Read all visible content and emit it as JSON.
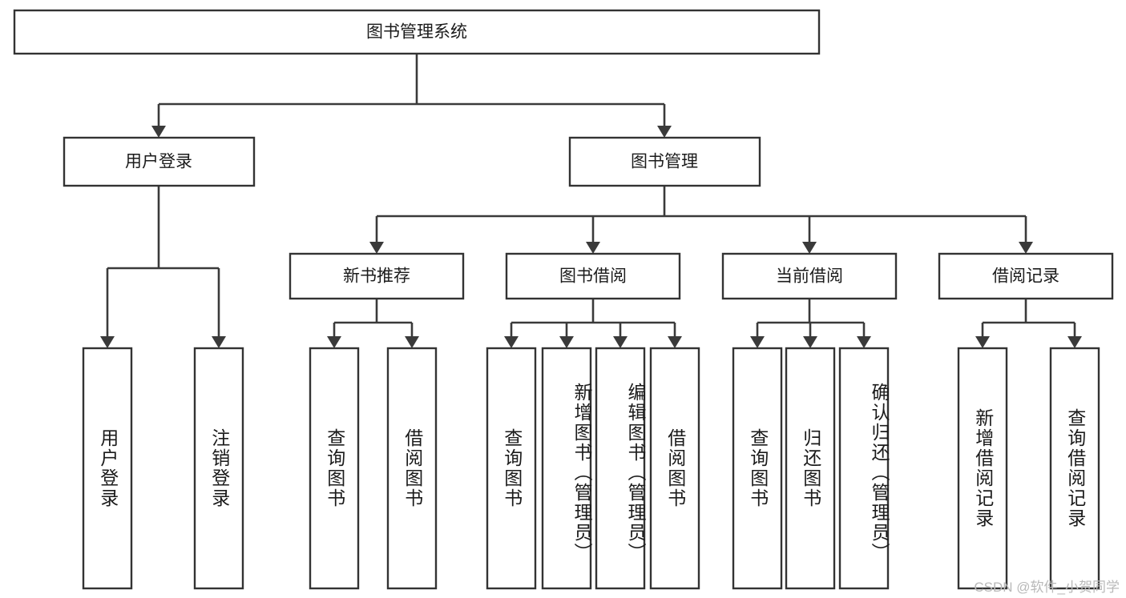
{
  "diagram": {
    "type": "hierarchy-tree",
    "title": "图书管理系统",
    "root": {
      "label": "图书管理系统"
    },
    "level2": [
      {
        "id": "user-login",
        "label": "用户登录"
      },
      {
        "id": "book-management",
        "label": "图书管理"
      }
    ],
    "level3": [
      {
        "id": "new-book-recommend",
        "label": "新书推荐",
        "parent": "book-management"
      },
      {
        "id": "book-borrow",
        "label": "图书借阅",
        "parent": "book-management"
      },
      {
        "id": "current-borrow",
        "label": "当前借阅",
        "parent": "book-management"
      },
      {
        "id": "borrow-record",
        "label": "借阅记录",
        "parent": "book-management"
      }
    ],
    "leaves": {
      "user_login": [
        {
          "id": "leaf-user-login",
          "label": "用户登录"
        },
        {
          "id": "leaf-logout-login",
          "label": "注销登录"
        }
      ],
      "new_book_recommend": [
        {
          "id": "leaf-query-book-1",
          "label": "查询图书"
        },
        {
          "id": "leaf-borrow-book-1",
          "label": "借阅图书"
        }
      ],
      "book_borrow": [
        {
          "id": "leaf-query-book-2",
          "label": "查询图书"
        },
        {
          "id": "leaf-add-book-admin",
          "label": "新增图书（管理员）"
        },
        {
          "id": "leaf-edit-book-admin",
          "label": "编辑图书（管理员）"
        },
        {
          "id": "leaf-borrow-book-2",
          "label": "借阅图书"
        }
      ],
      "current_borrow": [
        {
          "id": "leaf-query-book-3",
          "label": "查询图书"
        },
        {
          "id": "leaf-return-book",
          "label": "归还图书"
        },
        {
          "id": "leaf-confirm-return-admin",
          "label": "确认归还（管理员）"
        }
      ],
      "borrow_record": [
        {
          "id": "leaf-add-borrow-record",
          "label": "新增借阅记录"
        },
        {
          "id": "leaf-query-borrow-record",
          "label": "查询借阅记录"
        }
      ]
    },
    "watermark": "CSDN @软件_小贺同学",
    "colors": {
      "box_fill": "#ffffff",
      "box_stroke": "#333333",
      "connector": "#3a3a3a",
      "text": "#1b1b1b",
      "watermark": "#b9b9b9",
      "background": "#ffffff"
    }
  }
}
